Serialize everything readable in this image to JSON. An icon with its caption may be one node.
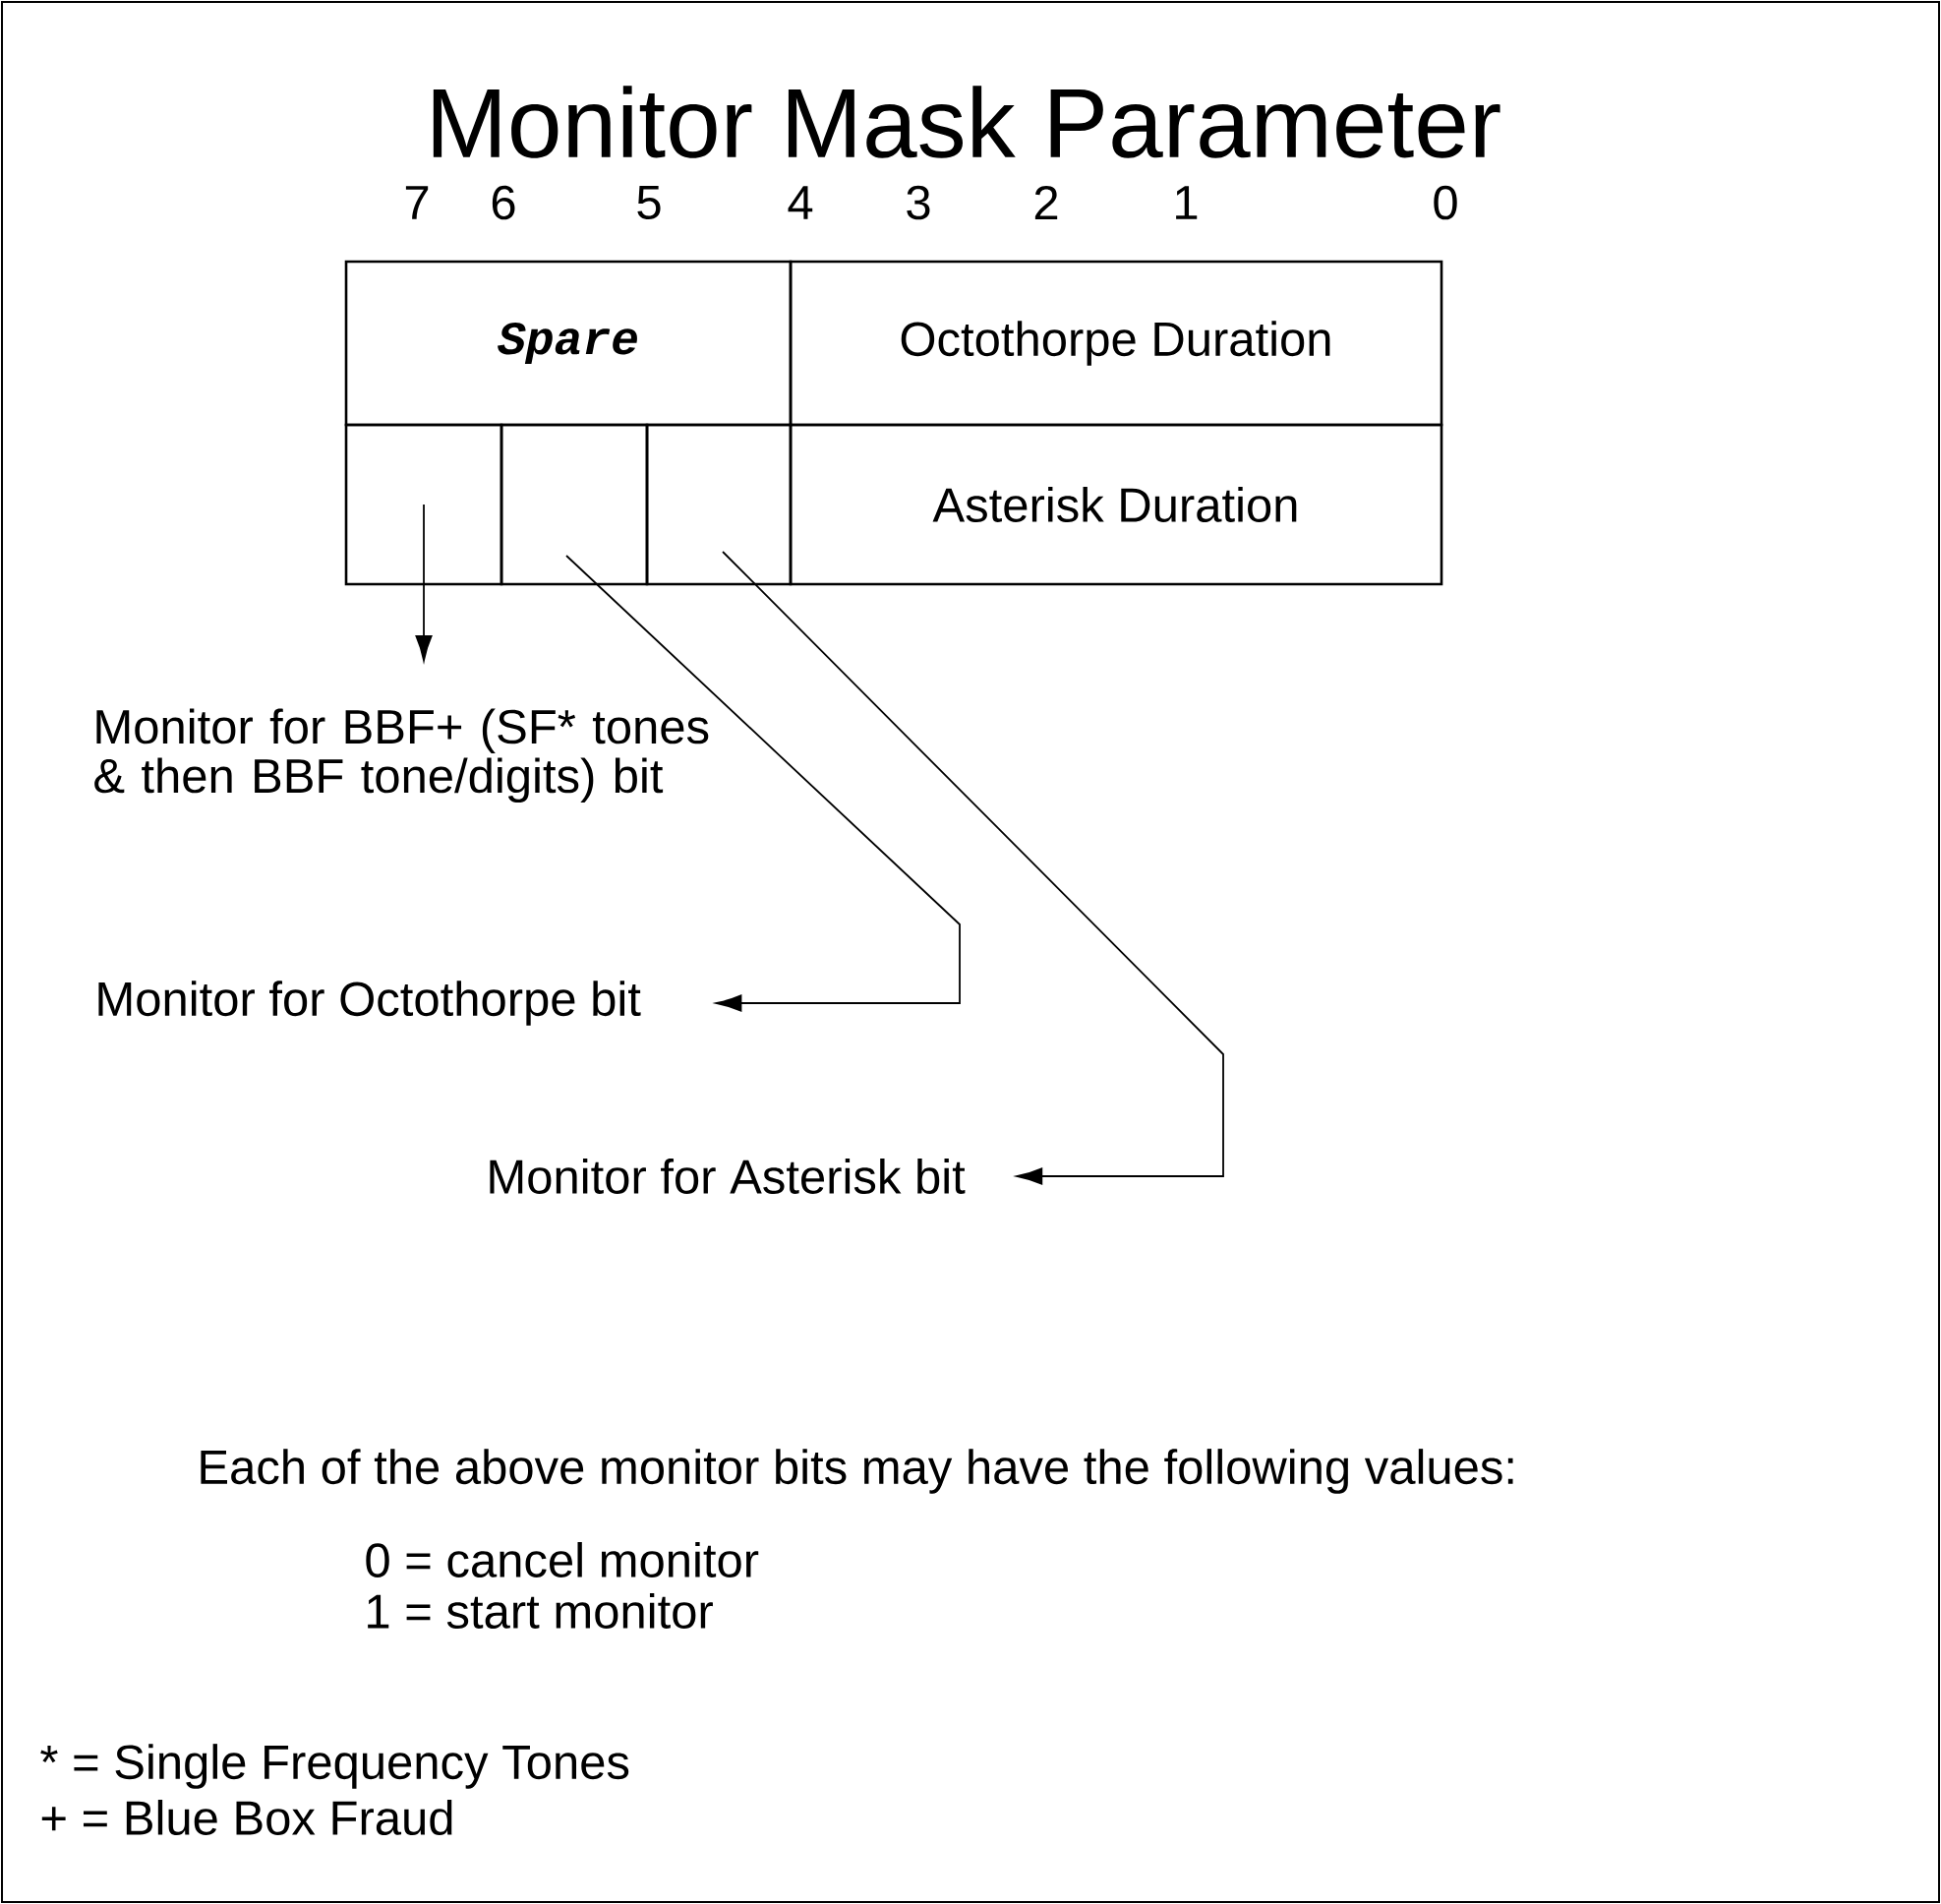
{
  "diagram": {
    "title": "Monitor Mask Parameter",
    "nodes": [
      {
        "text": [
          "Spare"
        ]
      },
      {
        "text": [
          "Octothorpe Duration"
        ]
      },
      {
        "text": [],
        "shape": "box"
      },
      {
        "text": [],
        "shape": "box"
      },
      {
        "text": [],
        "shape": "box"
      },
      {
        "text": [
          "Asterisk Duration"
        ]
      },
      {
        "text": [
          "Monitor for BBF+ (SF* tones & then BBF tone/digits) bit"
        ]
      },
      {
        "text": [
          "Monitor for Octothorpe bit"
        ]
      },
      {
        "text": [
          "Monitor for Asterisk bit"
        ]
      }
    ],
    "edges": [
      {
        "from": 2,
        "to": 6,
        "arrow": "to"
      },
      {
        "from": 3,
        "to": 7,
        "arrow": "to"
      },
      {
        "from": 4,
        "to": 8,
        "arrow": "to"
      }
    ],
    "labels": [
      "7",
      "6",
      "5",
      "4",
      "3",
      "2",
      "1",
      "0",
      "Each of the above monitor bits may have the following values:",
      "0 = cancel monitor",
      "1 = start monitor",
      "* = Single Frequency Tones",
      "+ = Blue Box Fraud"
    ]
  }
}
